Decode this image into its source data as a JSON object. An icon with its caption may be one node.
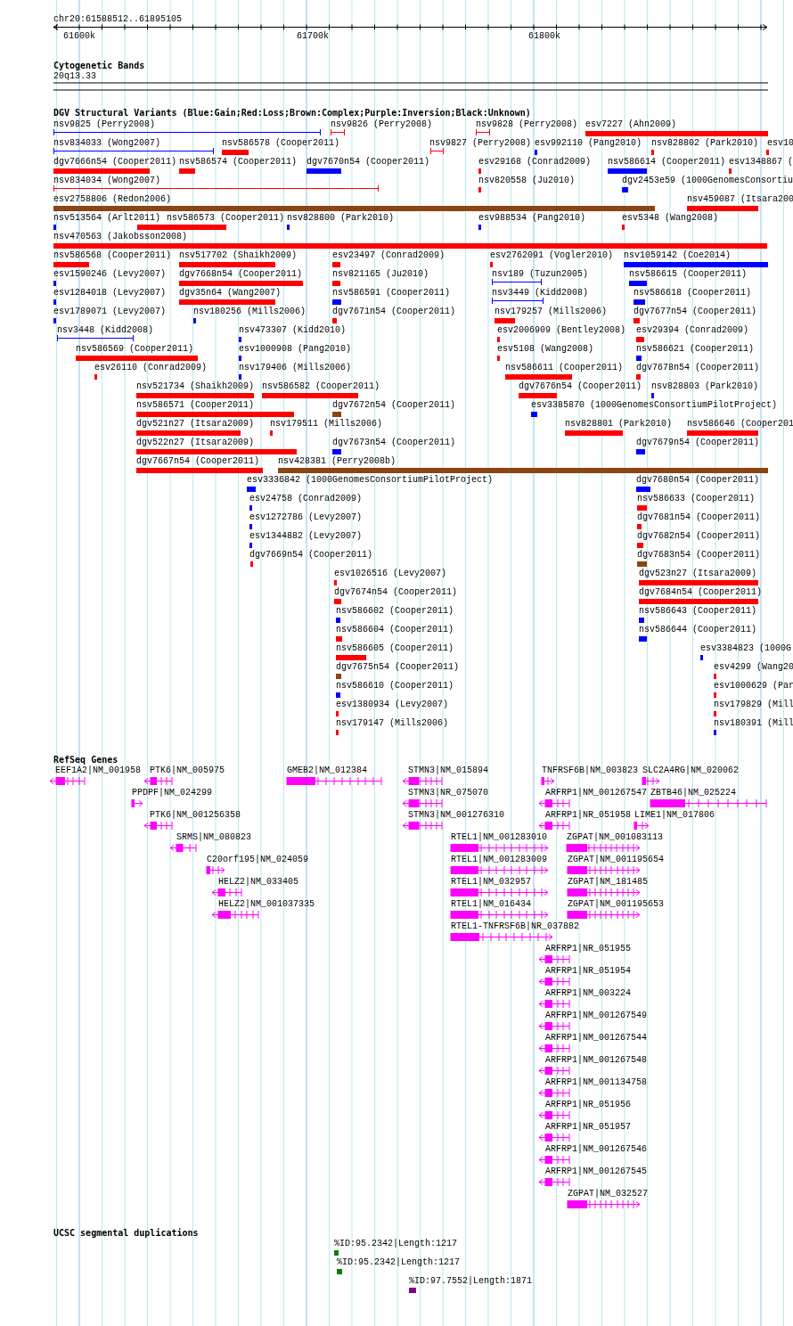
{
  "diagram": {
    "labels": [
      "chr20:61588512..61895105",
      "61600k",
      "61700k",
      "61800k",
      "Cytogenetic Bands",
      "20q13.33",
      "DGV Structural Variants (Blue:Gain;Red:Loss;Brown:Complex;Purple:Inversion;Black:Unknown)",
      "nsv9825 (Perry2008)",
      "nsv9826 (Perry2008)",
      "nsv9828 (Perry2008)",
      "esv7227 (Ahn2009)",
      "nsv834033 (Wong2007)",
      "nsv586578 (Cooper2011)",
      "nsv9827 (Perry2008)",
      "esv992110 (Pang2010)",
      "nsv828802 (Park2010)",
      "esv10",
      "dgv7666n54 (Cooper2011)",
      "nsv586574 (Cooper2011)",
      "dgv7670n54 (Cooper2011)",
      "esv29168 (Conrad2009)",
      "nsv586614 (Cooper2011)",
      "esv1348867 (",
      "nsv834034 (Wong2007)",
      "nsv820558 (Ju2010)",
      "dgv2453e59 (1000GenomesConsortiu",
      "esv2758806 (Redon2006)",
      "nsv459087 (Itsara200",
      "nsv513564 (Arlt2011)",
      "nsv586573 (Cooper2011)",
      "nsv828800 (Park2010)",
      "esv988534 (Pang2010)",
      "esv5348 (Wang2008)",
      "nsv470563 (Jakobsson2008)",
      "nsv586568 (Cooper2011)",
      "nsv517702 (Shaikh2009)",
      "esv23497 (Conrad2009)",
      "esv2762091 (Vogler2010)",
      "nsv1059142 (Coe2014)",
      "esv1590246 (Levy2007)",
      "dgv7668n54 (Cooper2011)",
      "nsv821165 (Ju2010)",
      "nsv189 (Tuzun2005)",
      "nsv586615 (Cooper2011)",
      "esv1284018 (Levy2007)",
      "dgv35n64 (Wang2007)",
      "nsv586591 (Cooper2011)",
      "nsv3449 (Kidd2008)",
      "nsv586618 (Cooper2011)",
      "esv1789071 (Levy2007)",
      "nsv180256 (Mills2006)",
      "dgv7671n54 (Cooper2011)",
      "nsv179257 (Mills2006)",
      "dgv7677n54 (Cooper2011)",
      "nsv3448 (Kidd2008)",
      "nsv473307 (Kidd2010)",
      "esv2006909 (Bentley2008)",
      "esv29394 (Conrad2009)",
      "nsv586569 (Cooper2011)",
      "esv1000908 (Pang2010)",
      "esv5108 (Wang2008)",
      "nsv586621 (Cooper2011)",
      "esv26110 (Conrad2009)",
      "nsv179406 (Mills2006)",
      "nsv586611 (Cooper2011)",
      "dgv7678n54 (Cooper2011)",
      "nsv521734 (Shaikh2009)",
      "nsv586582 (Cooper2011)",
      "dgv7676n54 (Cooper2011)",
      "nsv828803 (Park2010)",
      "nsv586571 (Cooper2011)",
      "dgv7672n54 (Cooper2011)",
      "esv3385870 (1000GenomesConsortiumPilotProject)",
      "dgv521n27 (Itsara2009)",
      "nsv179511 (Mills2006)",
      "nsv828801 (Park2010)",
      "nsv586646 (Cooper201",
      "dgv522n27 (Itsara2009)",
      "dgv7673n54 (Cooper2011)",
      "dgv7679n54 (Cooper2011)",
      "dgv7667n54 (Cooper2011)",
      "nsv428381 (Perry2008b)",
      "esv3336842 (1000GenomesConsortiumPilotProject)",
      "dgv7680n54 (Cooper2011)",
      "esv24758 (Conrad2009)",
      "nsv586633 (Cooper2011)",
      "esv1272786 (Levy2007)",
      "dgv7681n54 (Cooper2011)",
      "esv1344882 (Levy2007)",
      "dgv7682n54 (Cooper2011)",
      "dgv7669n54 (Cooper2011)",
      "dgv7683n54 (Cooper2011)",
      "esv1026516 (Levy2007)",
      "dgv523n27 (Itsara2009)",
      "dgv7674n54 (Cooper2011)",
      "dgv7684n54 (Cooper2011)",
      "nsv586602 (Cooper2011)",
      "nsv586643 (Cooper2011)",
      "nsv586604 (Cooper2011)",
      "nsv586644 (Cooper2011)",
      "nsv586605 (Cooper2011)",
      "esv3384823 (1000G",
      "dgv7675n54 (Cooper2011)",
      "esv4299 (Wang20",
      "nsv586610 (Cooper2011)",
      "esv1000629 (Par",
      "esv1380934 (Levy2007)",
      "nsv179829 (Mill",
      "nsv179147 (Mills2006)",
      "nsv180391 (Mill",
      "RefSeq Genes",
      "EEF1A2|NM_001958",
      "PTK6|NM_005975",
      "GMEB2|NM_012384",
      "STMN3|NM_015894",
      "TNFRSF6B|NM_003823",
      "SLC2A4RG|NM_020062",
      "PPDPF|NM_024299",
      "STMN3|NR_075070",
      "ARFRP1|NM_001267547",
      "ZBTB46|NM_025224",
      "PTK6|NM_001256358",
      "STMN3|NM_001276310",
      "ARFRP1|NR_051958",
      "LIME1|NM_017806",
      "SRMS|NM_080823",
      "RTEL1|NM_001283010",
      "ZGPAT|NM_001083113",
      "C20orf195|NM_024059",
      "RTEL1|NM_001283009",
      "ZGPAT|NM_001195654",
      "HELZ2|NM_033405",
      "RTEL1|NM_032957",
      "ZGPAT|NM_181485",
      "HELZ2|NM_001037335",
      "RTEL1|NM_016434",
      "ZGPAT|NM_001195653",
      "RTEL1-TNFRSF6B|NR_037882",
      "ARFRP1|NR_051955",
      "ARFRP1|NR_051954",
      "ARFRP1|NM_003224",
      "ARFRP1|NM_001267549",
      "ARFRP1|NM_001267544",
      "ARFRP1|NM_001267548",
      "ARFRP1|NM_001134758",
      "ARFRP1|NR_051956",
      "ARFRP1|NR_051957",
      "ARFRP1|NM_001267546",
      "ARFRP1|NM_001267545",
      "ZGPAT|NM_032527",
      "UCSC segmental duplications",
      "%ID:95.2342|Length:1217",
      "%ID:95.2342|Length:1217",
      "%ID:97.7552|Length:1871"
    ]
  }
}
